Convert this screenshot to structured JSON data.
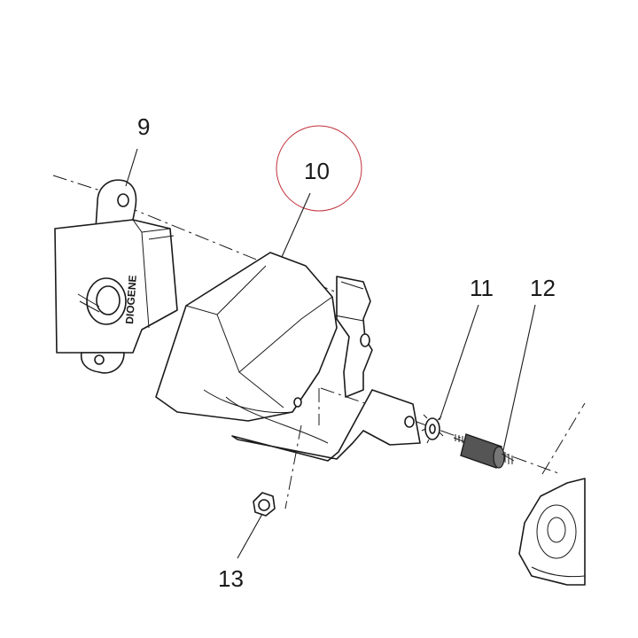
{
  "callouts": {
    "part_9": "9",
    "part_10": "10",
    "part_11": "11",
    "part_12": "12",
    "part_13": "13"
  },
  "label_on_housing": "DIOGENE",
  "colors": {
    "line": "#1a1a1a",
    "highlight_circle": "#c0303a",
    "background": "#ffffff",
    "spacer_fill": "#555555"
  }
}
